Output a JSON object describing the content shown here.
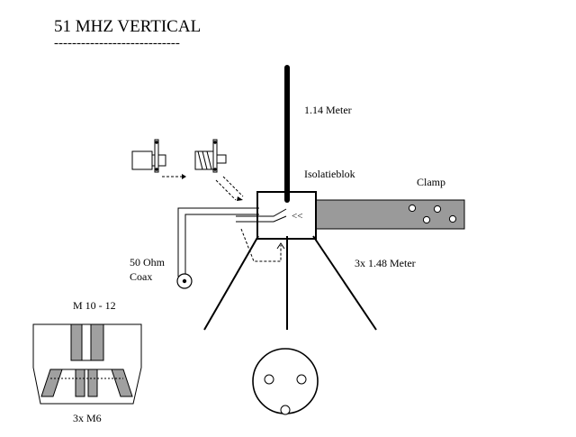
{
  "title": "51  MHZ  VERTICAL",
  "title_underline": "----------------------------",
  "labels": {
    "radiator_length": "1.14 Meter",
    "insulator_block": "Isolatieblok",
    "clamp": "Clamp",
    "coax_line1": "50 Ohm",
    "coax_line2": "Coax",
    "radials": "3x  1.48 Meter",
    "bolt_spec": "M 10 - 12",
    "screws_spec": "3x M6",
    "feed_arrows": "<<"
  },
  "colors": {
    "ink": "#000000",
    "clamp_fill": "#9a9a9a",
    "insert_fill": "#a0a0a0",
    "background": "#ffffff"
  }
}
